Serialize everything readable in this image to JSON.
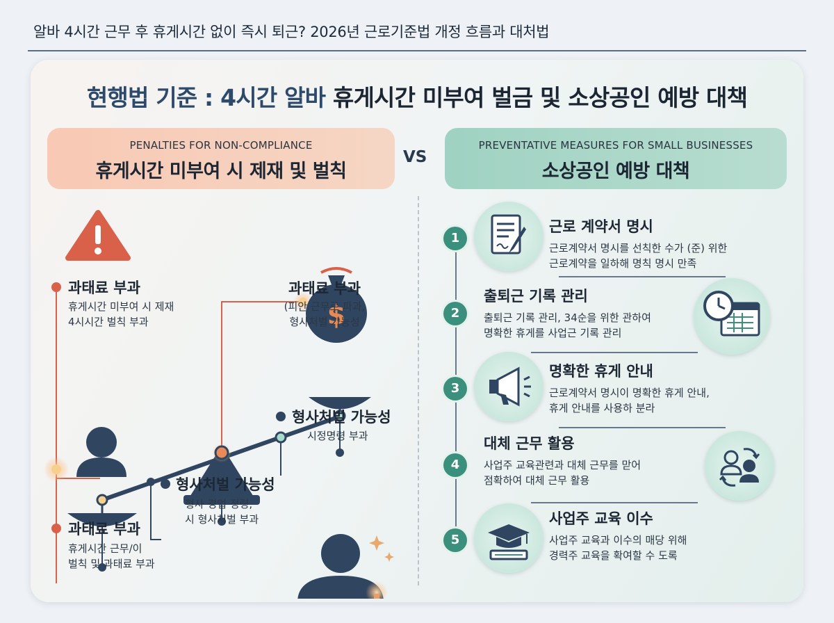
{
  "page_title": "알바 4시간 근무 후 휴게시간 없이 즉시 퇴근? 2026년 근로기준법 개정 흐름과 대처법",
  "headline": {
    "accent": "현행법 기준 : 4시간 알바",
    "rest": "휴게시간 미부여 벌금 및 소상공인 예방 대책"
  },
  "left_panel": {
    "en": "PENALTIES FOR NON-COMPLIANCE",
    "kr": "휴게시간 미부여 시 제재 및 벌칙"
  },
  "vs": "VS",
  "right_panel": {
    "en": "PREVENTATIVE MEASURES FOR SMALL BUSINESSES",
    "kr": "소상공인 예방 대책"
  },
  "penalties": [
    {
      "title": "과태료 부과",
      "line1": "휴게시간 미부여 시 제재",
      "line2": "4시시간 벌칙 부과"
    },
    {
      "title": "과태료 부과",
      "line1": "(피안 근무로 파과,",
      "line2": "형사처벌 가능성"
    },
    {
      "title": "형사처벌 가능성",
      "line1": "시정명령 부과",
      "line2": ""
    },
    {
      "title": "형사처벌 가능성",
      "line1": "형사 경업 정령,",
      "line2": "시 형사처벌 부과"
    },
    {
      "title": "과태료 부과",
      "line1": "휴게시간 근무/이",
      "line2": "벌칙 및 과태료 부과"
    }
  ],
  "money_symbol": "$",
  "steps": [
    {
      "num": "1",
      "title": "근로 계약서 명시",
      "line1": "근로계약서 명시를 선칙한 수가 (준) 위한",
      "line2": "근로계약을 일하해 명칙 명시 만족",
      "icon": "contract-pen-icon"
    },
    {
      "num": "2",
      "title": "출퇴근 기록 관리",
      "line1": "출퇴근 기록 관리, 34순을 위한 관하여",
      "line2": "명확한 휴게를 사업근 기록 관리",
      "icon": "clock-calendar-icon"
    },
    {
      "num": "3",
      "title": "명확한 휴게 안내",
      "line1": "근로계약서 명시이 명확한 휴게 안내,",
      "line2": "휴게 안내를 사용하 분라",
      "icon": "megaphone-icon"
    },
    {
      "num": "4",
      "title": "대체 근무 활용",
      "line1": "사업주 교육관련과 대체 근무를 맏어",
      "line2": "점확하여 대체 근무 활용",
      "icon": "swap-workers-icon"
    },
    {
      "num": "5",
      "title": "사업주 교육 이수",
      "line1": "사업주 교육과 이수의 매당 위해",
      "line2": "경력주 교육을 확여할 수 도록",
      "icon": "graduation-cap-icon"
    }
  ],
  "colors": {
    "accent_red": "#d9614a",
    "navy": "#2f4560",
    "teal": "#3b8f7d",
    "peach": "#f8c9b4",
    "mint": "#9fd2c2"
  }
}
